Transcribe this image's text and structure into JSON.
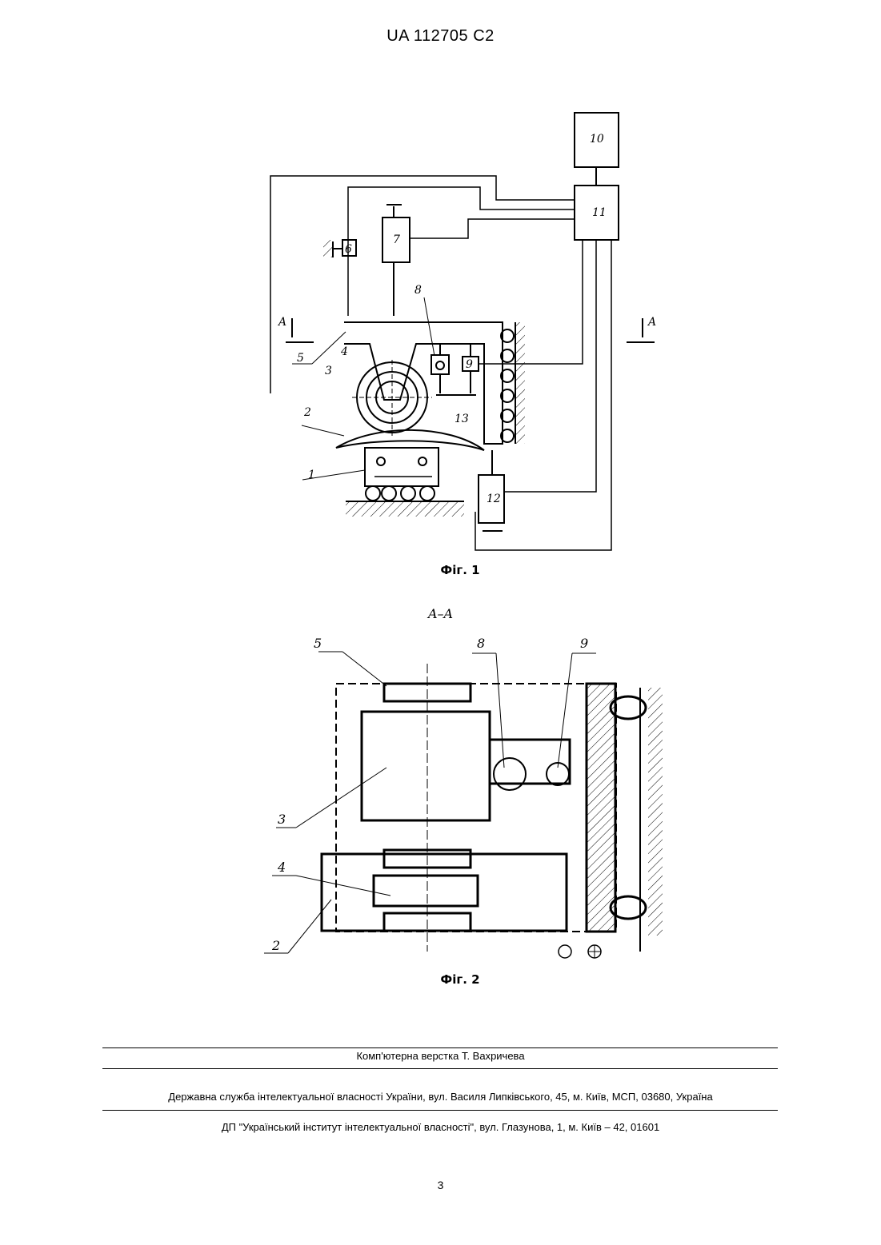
{
  "header": {
    "patent_number": "UA   112705   C2"
  },
  "figure1": {
    "caption": "Фіг. 1",
    "section_marker_left": "A",
    "section_marker_right": "A",
    "labels": [
      "1",
      "2",
      "3",
      "4",
      "5",
      "6",
      "7",
      "8",
      "9",
      "10",
      "11",
      "12",
      "13"
    ]
  },
  "figure2": {
    "section_title": "A–A",
    "caption": "Фіг. 2",
    "labels": [
      "2",
      "3",
      "4",
      "5",
      "8",
      "9"
    ]
  },
  "footer": {
    "layout_credit": "Комп'ютерна верстка Т. Вахричева",
    "publisher": "Державна служба інтелектуальної власності України, вул. Василя Липківського, 45, м. Київ, МСП, 03680, Україна",
    "institute": "ДП \"Український інститут інтелектуальної власності\", вул. Глазунова, 1, м. Київ – 42, 01601"
  },
  "page_number": "3"
}
